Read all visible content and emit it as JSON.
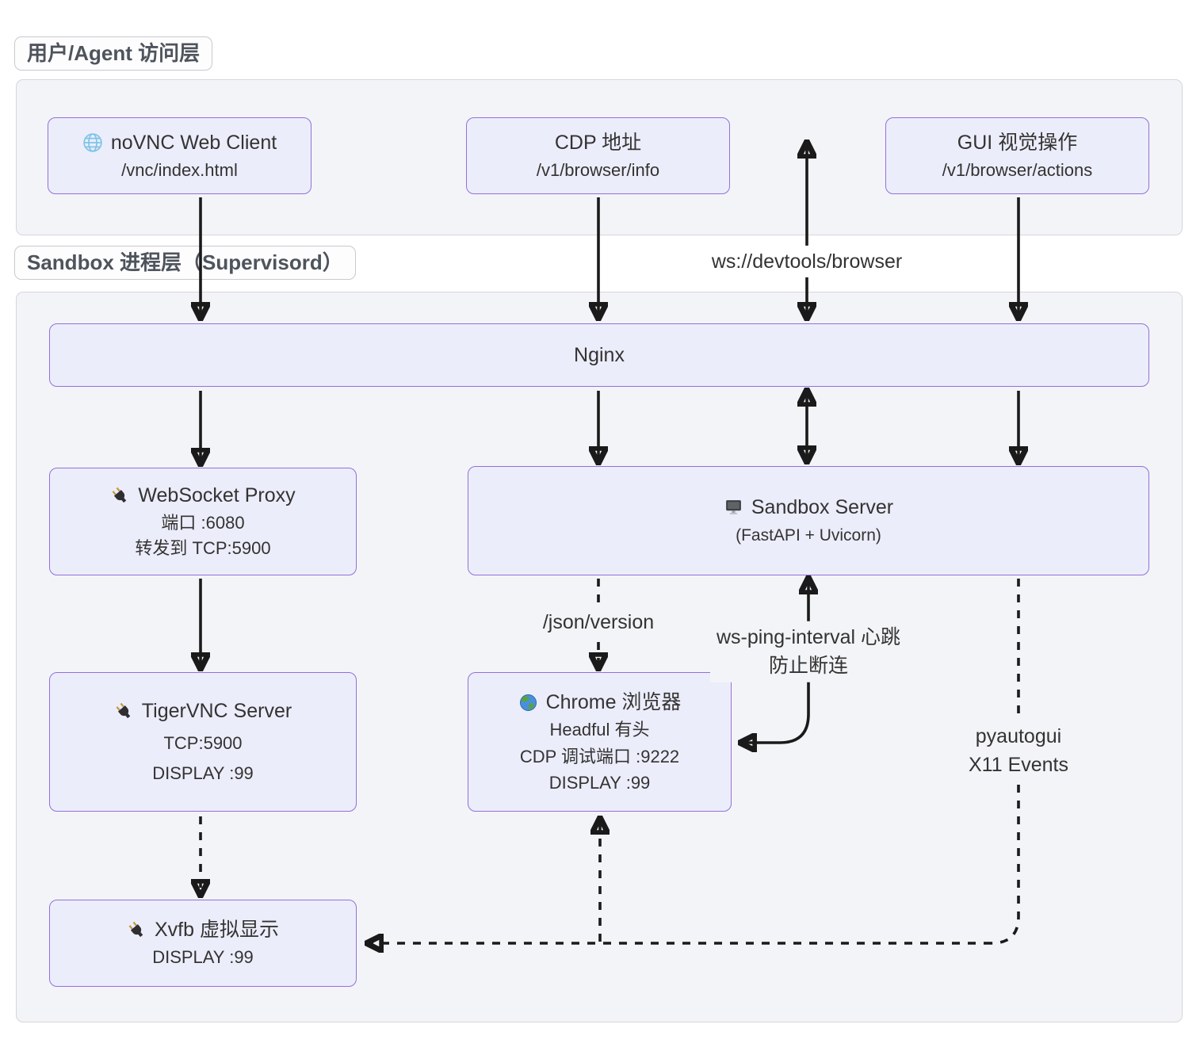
{
  "sections": {
    "access_layer": {
      "label": "用户/Agent 访问层"
    },
    "sandbox_layer": {
      "label": "Sandbox 进程层（Supervisord）"
    }
  },
  "nodes": {
    "novnc": {
      "icon": "globe-wireframe",
      "title": "noVNC Web Client",
      "lines": [
        "/vnc/index.html"
      ]
    },
    "cdp": {
      "title": "CDP 地址",
      "lines": [
        "/v1/browser/info"
      ]
    },
    "gui": {
      "title": "GUI 视觉操作",
      "lines": [
        "/v1/browser/actions"
      ]
    },
    "nginx": {
      "title": "Nginx"
    },
    "wsproxy": {
      "icon": "plug",
      "title": "WebSocket Proxy",
      "lines": [
        "端口 :6080",
        "转发到 TCP:5900"
      ]
    },
    "sandbox": {
      "icon": "desktop-computer",
      "title": "Sandbox Server",
      "lines": [
        "(FastAPI + Uvicorn)"
      ]
    },
    "tigervnc": {
      "icon": "plug",
      "title": "TigerVNC Server",
      "lines": [
        "TCP:5900",
        "DISPLAY :99"
      ]
    },
    "chrome": {
      "icon": "earth-globe",
      "title": "Chrome 浏览器",
      "lines": [
        "Headful 有头",
        "CDP 调试端口 :9222",
        "DISPLAY :99"
      ]
    },
    "xvfb": {
      "icon": "plug",
      "title": "Xvfb 虚拟显示",
      "lines": [
        "DISPLAY :99"
      ]
    }
  },
  "edge_labels": {
    "ws_devtools": "ws://devtools/browser",
    "json_version": "/json/version",
    "ws_ping_line1": "ws-ping-interval 心跳",
    "ws_ping_line2": "防止断连",
    "pyautogui_line1": "pyautogui",
    "pyautogui_line2": "X11 Events"
  },
  "colors": {
    "node_fill": "#ecedfa",
    "node_border": "#9370DB",
    "subgraph_fill": "#f3f4f7",
    "edge": "#1a1a1a",
    "text": "#333333"
  }
}
